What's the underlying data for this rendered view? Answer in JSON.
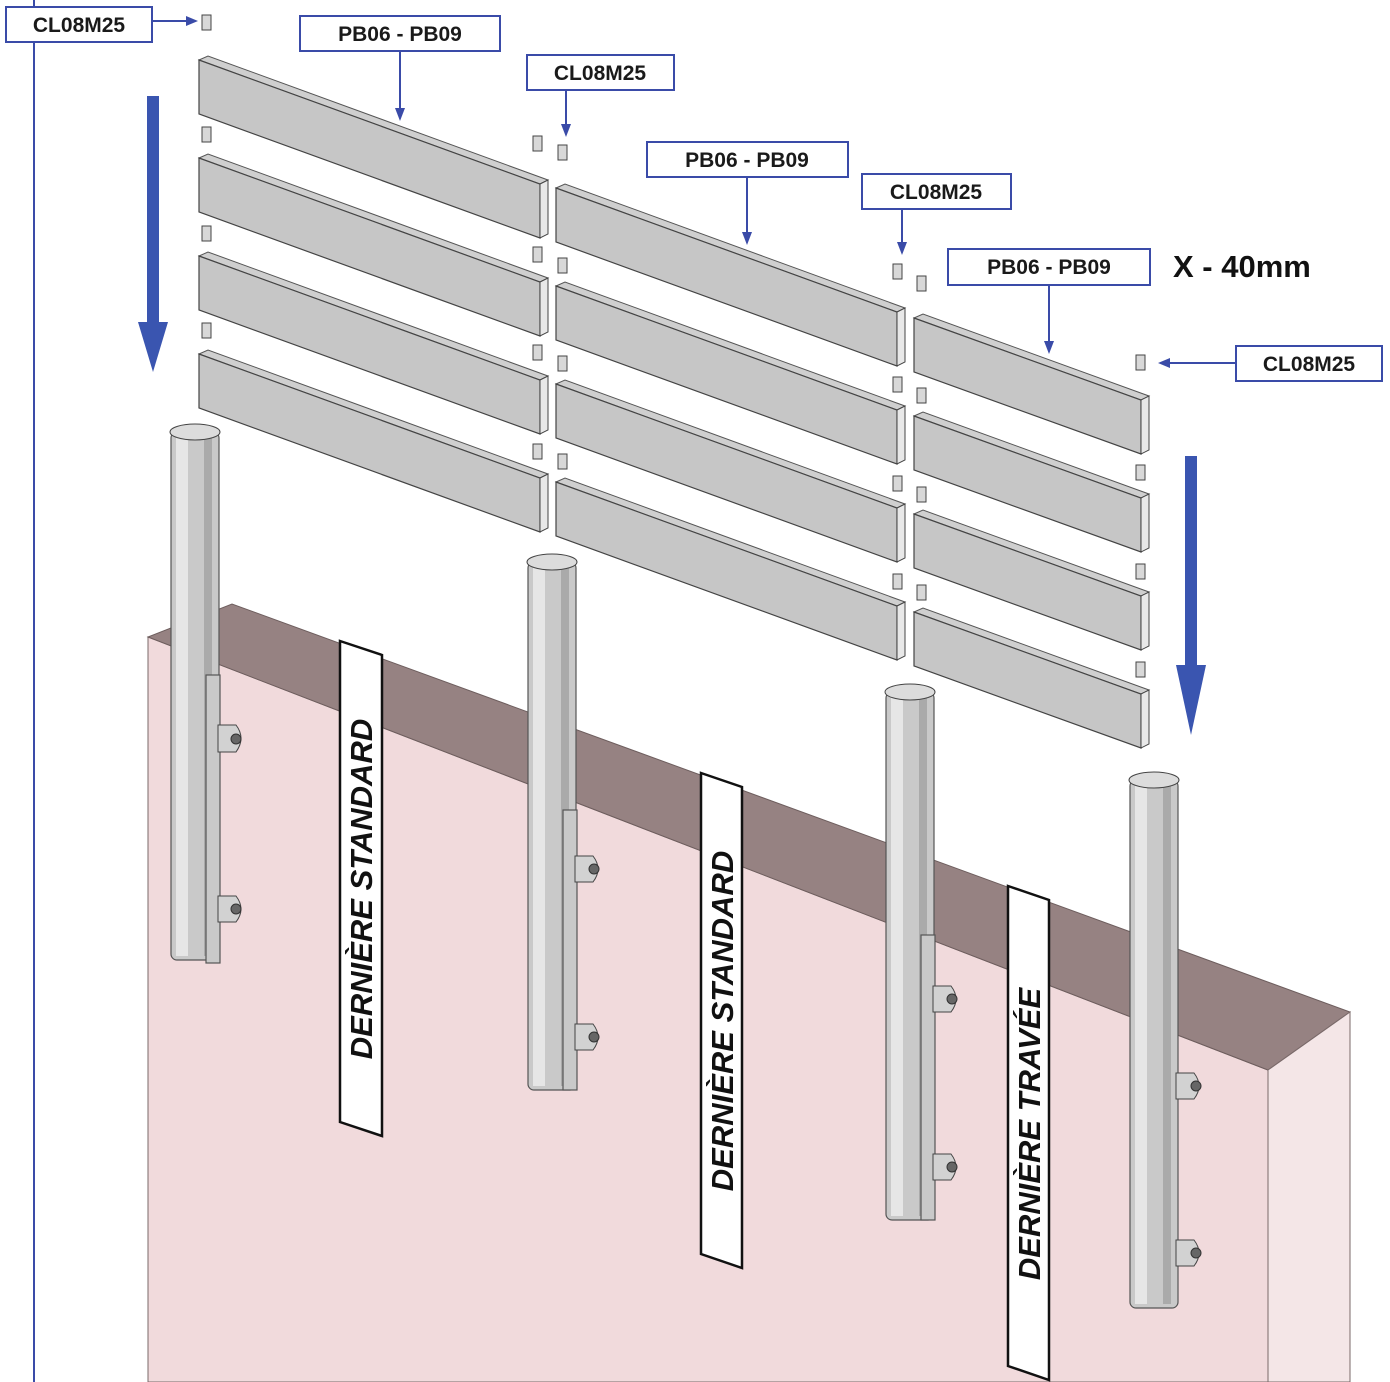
{
  "labels": {
    "clip_code": "CL08M25",
    "panel_code": "PB06 - PB09",
    "dimension_note": "X - 40mm",
    "section_standard": "DERNIÈRE STANDARD",
    "section_last_bay": "DERNIÈRE TRAVÉE"
  },
  "colors": {
    "callout_blue": "#3a4ba8",
    "wall_top": "#968282",
    "wall_front": "#f1dadc",
    "aluminium": "#c9c9c9"
  }
}
